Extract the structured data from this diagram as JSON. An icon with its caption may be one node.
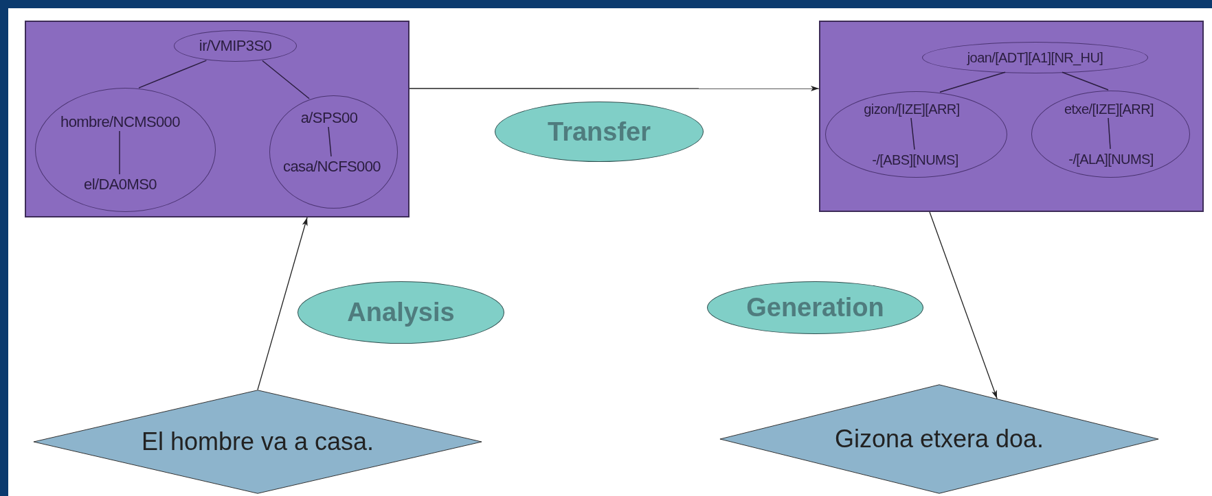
{
  "diagram": {
    "nodes": [
      {
        "text": [],
        "shape": "box"
      },
      {
        "text": [
          "ir/VMIP3S0"
        ],
        "in": 0
      },
      {
        "text": [],
        "shape": "ellipse",
        "in": 0
      },
      {
        "text": [
          "hombre/NCMS000"
        ],
        "in": 2
      },
      {
        "text": [
          "el/DA0MS0"
        ],
        "in": 2
      },
      {
        "text": [],
        "shape": "ellipse",
        "in": 0
      },
      {
        "text": [
          "a/SPS00"
        ],
        "in": 5
      },
      {
        "text": [
          "casa/NCFS000"
        ],
        "in": 5
      },
      {
        "text": [],
        "shape": "box"
      },
      {
        "text": [
          "joan/[ADT][A1][NR_HU]"
        ],
        "in": 8
      },
      {
        "text": [],
        "shape": "ellipse",
        "in": 8
      },
      {
        "text": [
          "gizon/[IZE][ARR]"
        ],
        "in": 10
      },
      {
        "text": [
          "-/[ABS][NUMS]"
        ],
        "in": 10
      },
      {
        "text": [],
        "shape": "ellipse",
        "in": 8
      },
      {
        "text": [
          "etxe/[IZE][ARR]"
        ],
        "in": 13
      },
      {
        "text": [
          "-/[ALA][NUMS]"
        ],
        "in": 13
      },
      {
        "text": [
          "Transfer"
        ]
      },
      {
        "text": [
          "Analysis"
        ]
      },
      {
        "text": [
          "Generation"
        ]
      },
      {
        "text": [
          "El hombre va a casa."
        ]
      },
      {
        "text": [
          "Gizona etxera doa."
        ]
      }
    ],
    "edges": [
      {
        "from": 1,
        "to": 2,
        "arrow": "none"
      },
      {
        "from": 1,
        "to": 5,
        "arrow": "none"
      },
      {
        "from": 3,
        "to": 4,
        "arrow": "none"
      },
      {
        "from": 6,
        "to": 7,
        "arrow": "none"
      },
      {
        "from": 9,
        "to": 10,
        "arrow": "none"
      },
      {
        "from": 9,
        "to": 13,
        "arrow": "none"
      },
      {
        "from": 11,
        "to": 12,
        "arrow": "none"
      },
      {
        "from": 14,
        "to": 15,
        "arrow": "none"
      },
      {
        "from": 19,
        "to": 0,
        "arrow": "to"
      },
      {
        "from": 0,
        "to": 8,
        "arrow": "to"
      },
      {
        "from": 8,
        "to": 20,
        "arrow": "to"
      }
    ]
  }
}
